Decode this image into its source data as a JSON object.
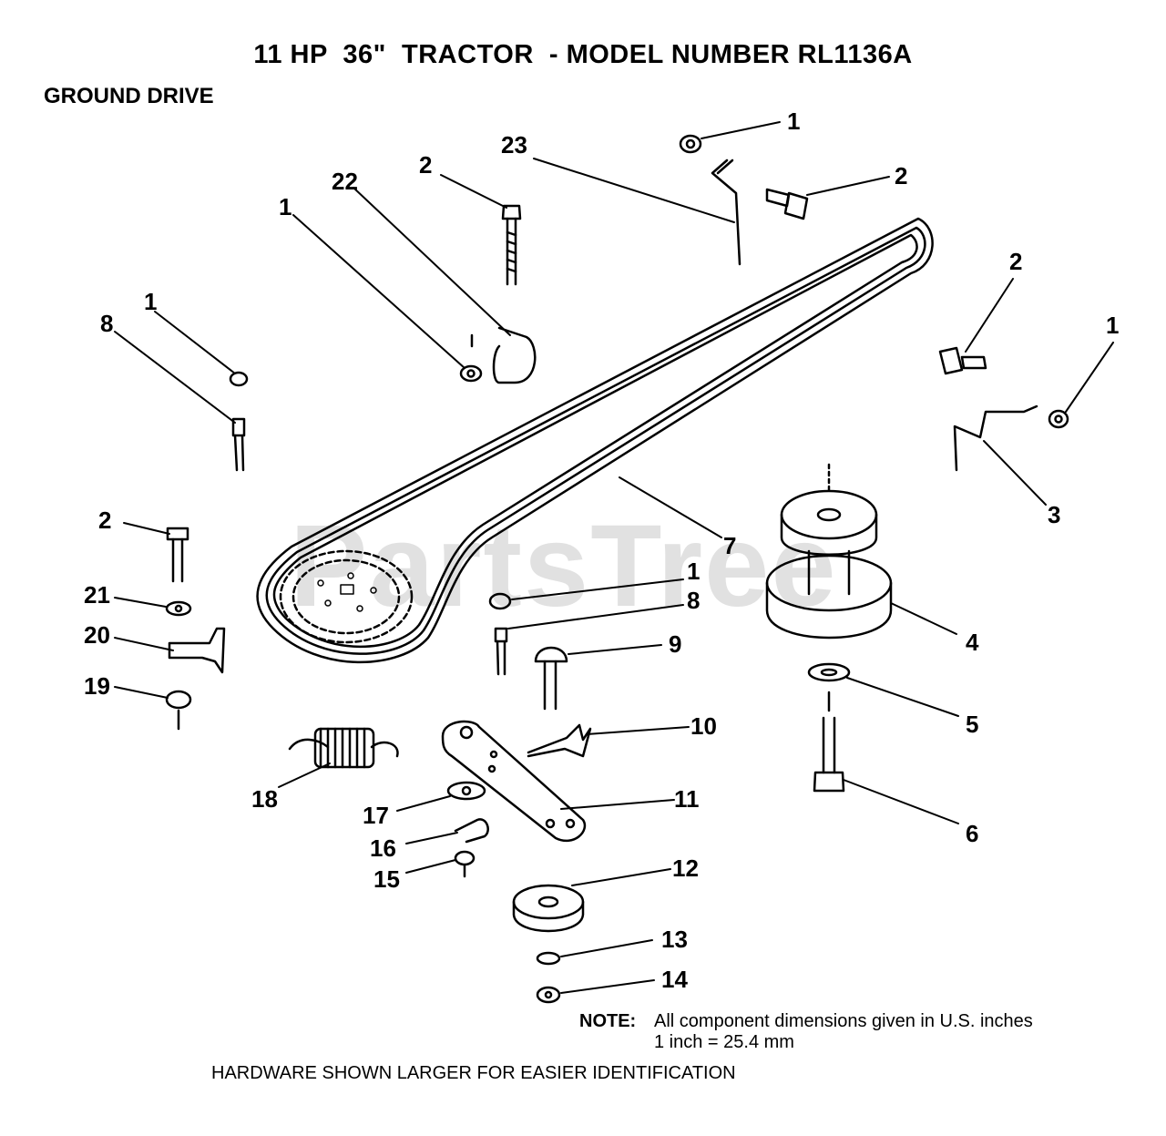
{
  "header": {
    "title": "11 HP  36\"  TRACTOR  - MODEL NUMBER RL1136A",
    "section": "GROUND DRIVE"
  },
  "watermark": "PartsTree",
  "callouts": [
    {
      "id": "c1a",
      "label": "1"
    },
    {
      "id": "c2a",
      "label": "2"
    },
    {
      "id": "c23",
      "label": "23"
    },
    {
      "id": "c2b",
      "label": "2"
    },
    {
      "id": "c22",
      "label": "22"
    },
    {
      "id": "c1b",
      "label": "1"
    },
    {
      "id": "c2c",
      "label": "2"
    },
    {
      "id": "c1c",
      "label": "1"
    },
    {
      "id": "c1d",
      "label": "1"
    },
    {
      "id": "c8a",
      "label": "8"
    },
    {
      "id": "c3",
      "label": "3"
    },
    {
      "id": "c7",
      "label": "7"
    },
    {
      "id": "c2d",
      "label": "2"
    },
    {
      "id": "c1e",
      "label": "1"
    },
    {
      "id": "c21",
      "label": "21"
    },
    {
      "id": "c8b",
      "label": "8"
    },
    {
      "id": "c20",
      "label": "20"
    },
    {
      "id": "c4",
      "label": "4"
    },
    {
      "id": "c9",
      "label": "9"
    },
    {
      "id": "c19",
      "label": "19"
    },
    {
      "id": "c5",
      "label": "5"
    },
    {
      "id": "c10",
      "label": "10"
    },
    {
      "id": "c18",
      "label": "18"
    },
    {
      "id": "c11",
      "label": "11"
    },
    {
      "id": "c17",
      "label": "17"
    },
    {
      "id": "c6",
      "label": "6"
    },
    {
      "id": "c16",
      "label": "16"
    },
    {
      "id": "c15",
      "label": "15"
    },
    {
      "id": "c12",
      "label": "12"
    },
    {
      "id": "c13",
      "label": "13"
    },
    {
      "id": "c14",
      "label": "14"
    }
  ],
  "note": {
    "key": "NOTE:",
    "line1": "All component dimensions given in U.S. inches",
    "line2": "1 inch = 25.4 mm"
  },
  "footer": "HARDWARE SHOWN LARGER FOR EASIER IDENTIFICATION"
}
